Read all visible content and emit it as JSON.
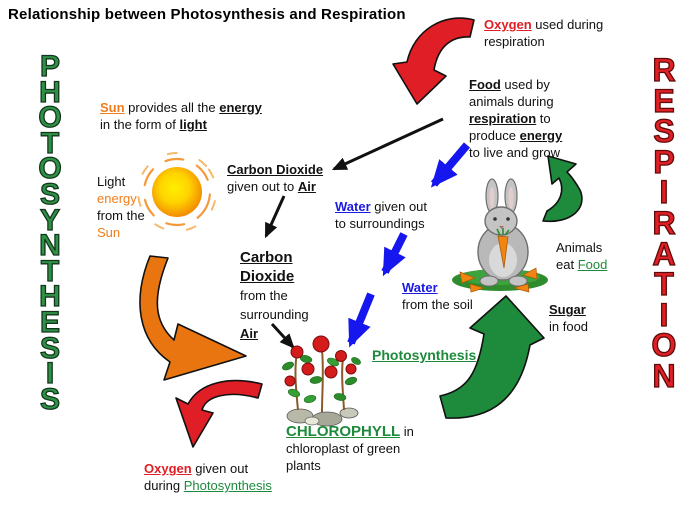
{
  "title": "Relationship between Photosynthesis and Respiration",
  "vertical_labels": {
    "left": "PHOTOSYNTHESIS",
    "right": "RESPIRATION"
  },
  "colors": {
    "photosynthesis_green": "#1e8a3c",
    "respiration_red": "#e02025",
    "arrow_orange": "#e8750f",
    "arrow_blue": "#1616ee",
    "arrow_red": "#e01e25",
    "arrow_green": "#1e8a3c",
    "sun_text_orange": "#f07d1d"
  },
  "graphics": {
    "sun": "sun-icon",
    "rabbit": "rabbit-eating-carrot-icon",
    "plant": "red-rose-plant-icon"
  },
  "rich": {
    "sun_provides": [
      {
        "t": "Sun",
        "c": "or b u"
      },
      {
        "t": " provides all the ",
        "c": ""
      },
      {
        "t": "energy",
        "c": "b u"
      },
      {
        "t": "\nin the form of ",
        "c": ""
      },
      {
        "t": "light",
        "c": "b u"
      }
    ],
    "light_energy": [
      {
        "t": "Light\n",
        "c": ""
      },
      {
        "t": "energy\n",
        "c": "or"
      },
      {
        "t": "from the\n",
        "c": ""
      },
      {
        "t": "Sun",
        "c": "or"
      }
    ],
    "co2_out": [
      {
        "t": "Carbon Dioxide\n",
        "c": "b u"
      },
      {
        "t": "given out to ",
        "c": ""
      },
      {
        "t": "Air",
        "c": "b u"
      }
    ],
    "oxygen_used": [
      {
        "t": "Oxygen",
        "c": "rd b u"
      },
      {
        "t": " used during\nrespiration",
        "c": ""
      }
    ],
    "food_used": [
      {
        "t": "Food",
        "c": "b u"
      },
      {
        "t": " used by\nanimals during\n",
        "c": ""
      },
      {
        "t": "respiration",
        "c": "b u"
      },
      {
        "t": " to\nproduce ",
        "c": ""
      },
      {
        "t": "energy",
        "c": "b u"
      },
      {
        "t": "\nto live and grow",
        "c": ""
      }
    ],
    "water_out": [
      {
        "t": "Water",
        "c": "bl b u"
      },
      {
        "t": " given out\nto surroundings",
        "c": ""
      }
    ],
    "co2_from": [
      {
        "t": "Carbon\nDioxide",
        "c": "b u lg"
      },
      {
        "t": "\nfrom the\nsurrounding\n",
        "c": ""
      },
      {
        "t": "Air",
        "c": "b u"
      }
    ],
    "water_soil": [
      {
        "t": "Water",
        "c": "bl b u"
      },
      {
        "t": "\nfrom the soil",
        "c": ""
      }
    ],
    "photosynthesis_label": [
      {
        "t": "Photosynthesis",
        "c": "gr b u"
      }
    ],
    "chlorophyll": [
      {
        "t": "CHLOROPHYLL",
        "c": "gr b u lg"
      },
      {
        "t": " in\nchloroplast of green\nplants",
        "c": ""
      }
    ],
    "oxygen_out": [
      {
        "t": "Oxygen",
        "c": "rd b u"
      },
      {
        "t": " given out\nduring ",
        "c": ""
      },
      {
        "t": "Photosynthesis",
        "c": "gr u"
      }
    ],
    "animals_eat": [
      {
        "t": "Animals\neat ",
        "c": ""
      },
      {
        "t": "Food",
        "c": "gr u"
      }
    ],
    "sugar": [
      {
        "t": "Sugar",
        "c": "b u"
      },
      {
        "t": "\nin food",
        "c": ""
      }
    ]
  }
}
